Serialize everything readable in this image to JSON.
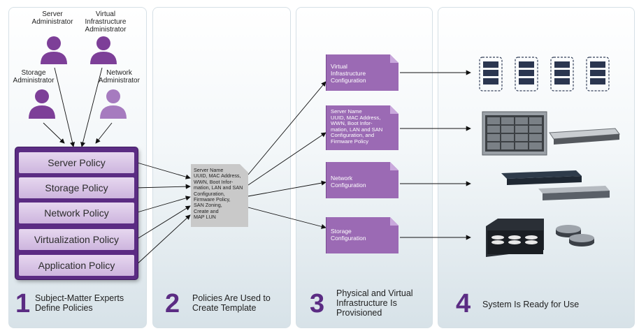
{
  "colors": {
    "accent": "#5b2c83",
    "person": "#7d3f98",
    "person_light": "#a67bbf",
    "doc": "#9b6ab4"
  },
  "people": {
    "server_admin": "Server\nAdministrator",
    "virtual_admin": "Virtual\nInfrastructure\nAdministrator",
    "storage_admin": "Storage\nAdministrator",
    "network_admin": "Network\nAdministrator"
  },
  "policies": [
    "Server Policy",
    "Storage Policy",
    "Network Policy",
    "Virtualization Policy",
    "Application Policy"
  ],
  "template_text": "Server Name\nUUID, MAC Address,\nWWN, Boot Infor-\nmation, LAN and SAN\nConfiguration,\nFirmware Policy,\nSAN Zoning,\nCreate and\nMAP LUN",
  "configs": {
    "virtual": "Virtual\nInfrastructure\nConfiguration",
    "server": "Server Name\nUUID, MAC Address,\nWWN, Boot Infor-\nmation, LAN and SAN\nConfiguration, and\nFirmware Policy",
    "network": "Network\nConfiguration",
    "storage": "Storage\nConfiguration"
  },
  "steps": [
    {
      "num": "1",
      "text": "Subject-Matter Experts\nDefine Policies"
    },
    {
      "num": "2",
      "text": "Policies Are Used to\nCreate Template"
    },
    {
      "num": "3",
      "text": "Physical and Virtual\nInfrastructure Is\nProvisioned"
    },
    {
      "num": "4",
      "text": "System Is Ready for Use"
    }
  ],
  "icons": {
    "person": "person-icon",
    "vm_servers": "virtual-server-icon",
    "blade_chassis": "blade-server-icon",
    "switches": "network-switch-icon",
    "storage": "storage-array-icon"
  }
}
